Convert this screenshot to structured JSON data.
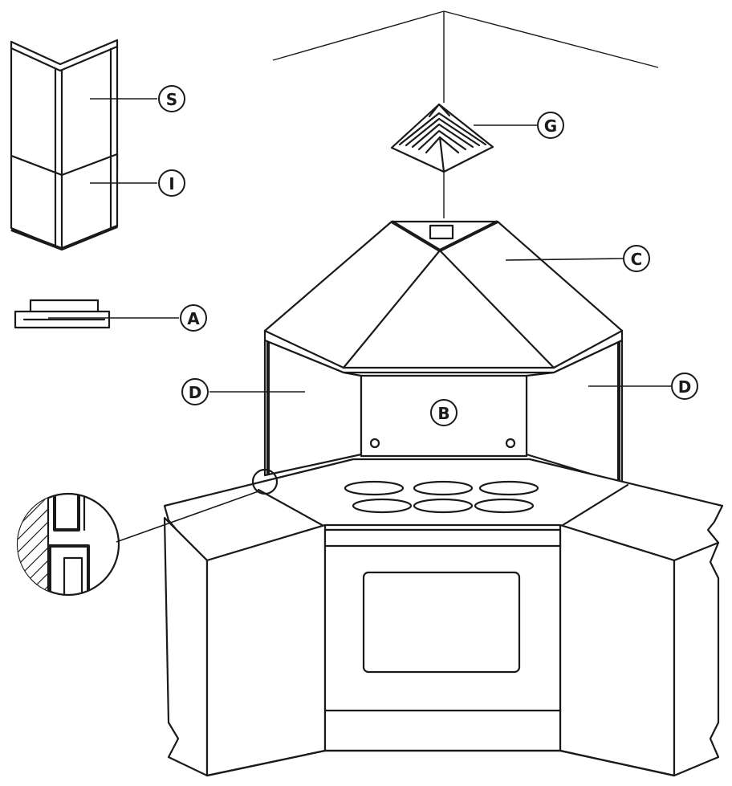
{
  "labels": {
    "S": "S",
    "I": "I",
    "A": "A",
    "G": "G",
    "C": "C",
    "D_left": "D",
    "D_right": "D",
    "B": "B"
  }
}
